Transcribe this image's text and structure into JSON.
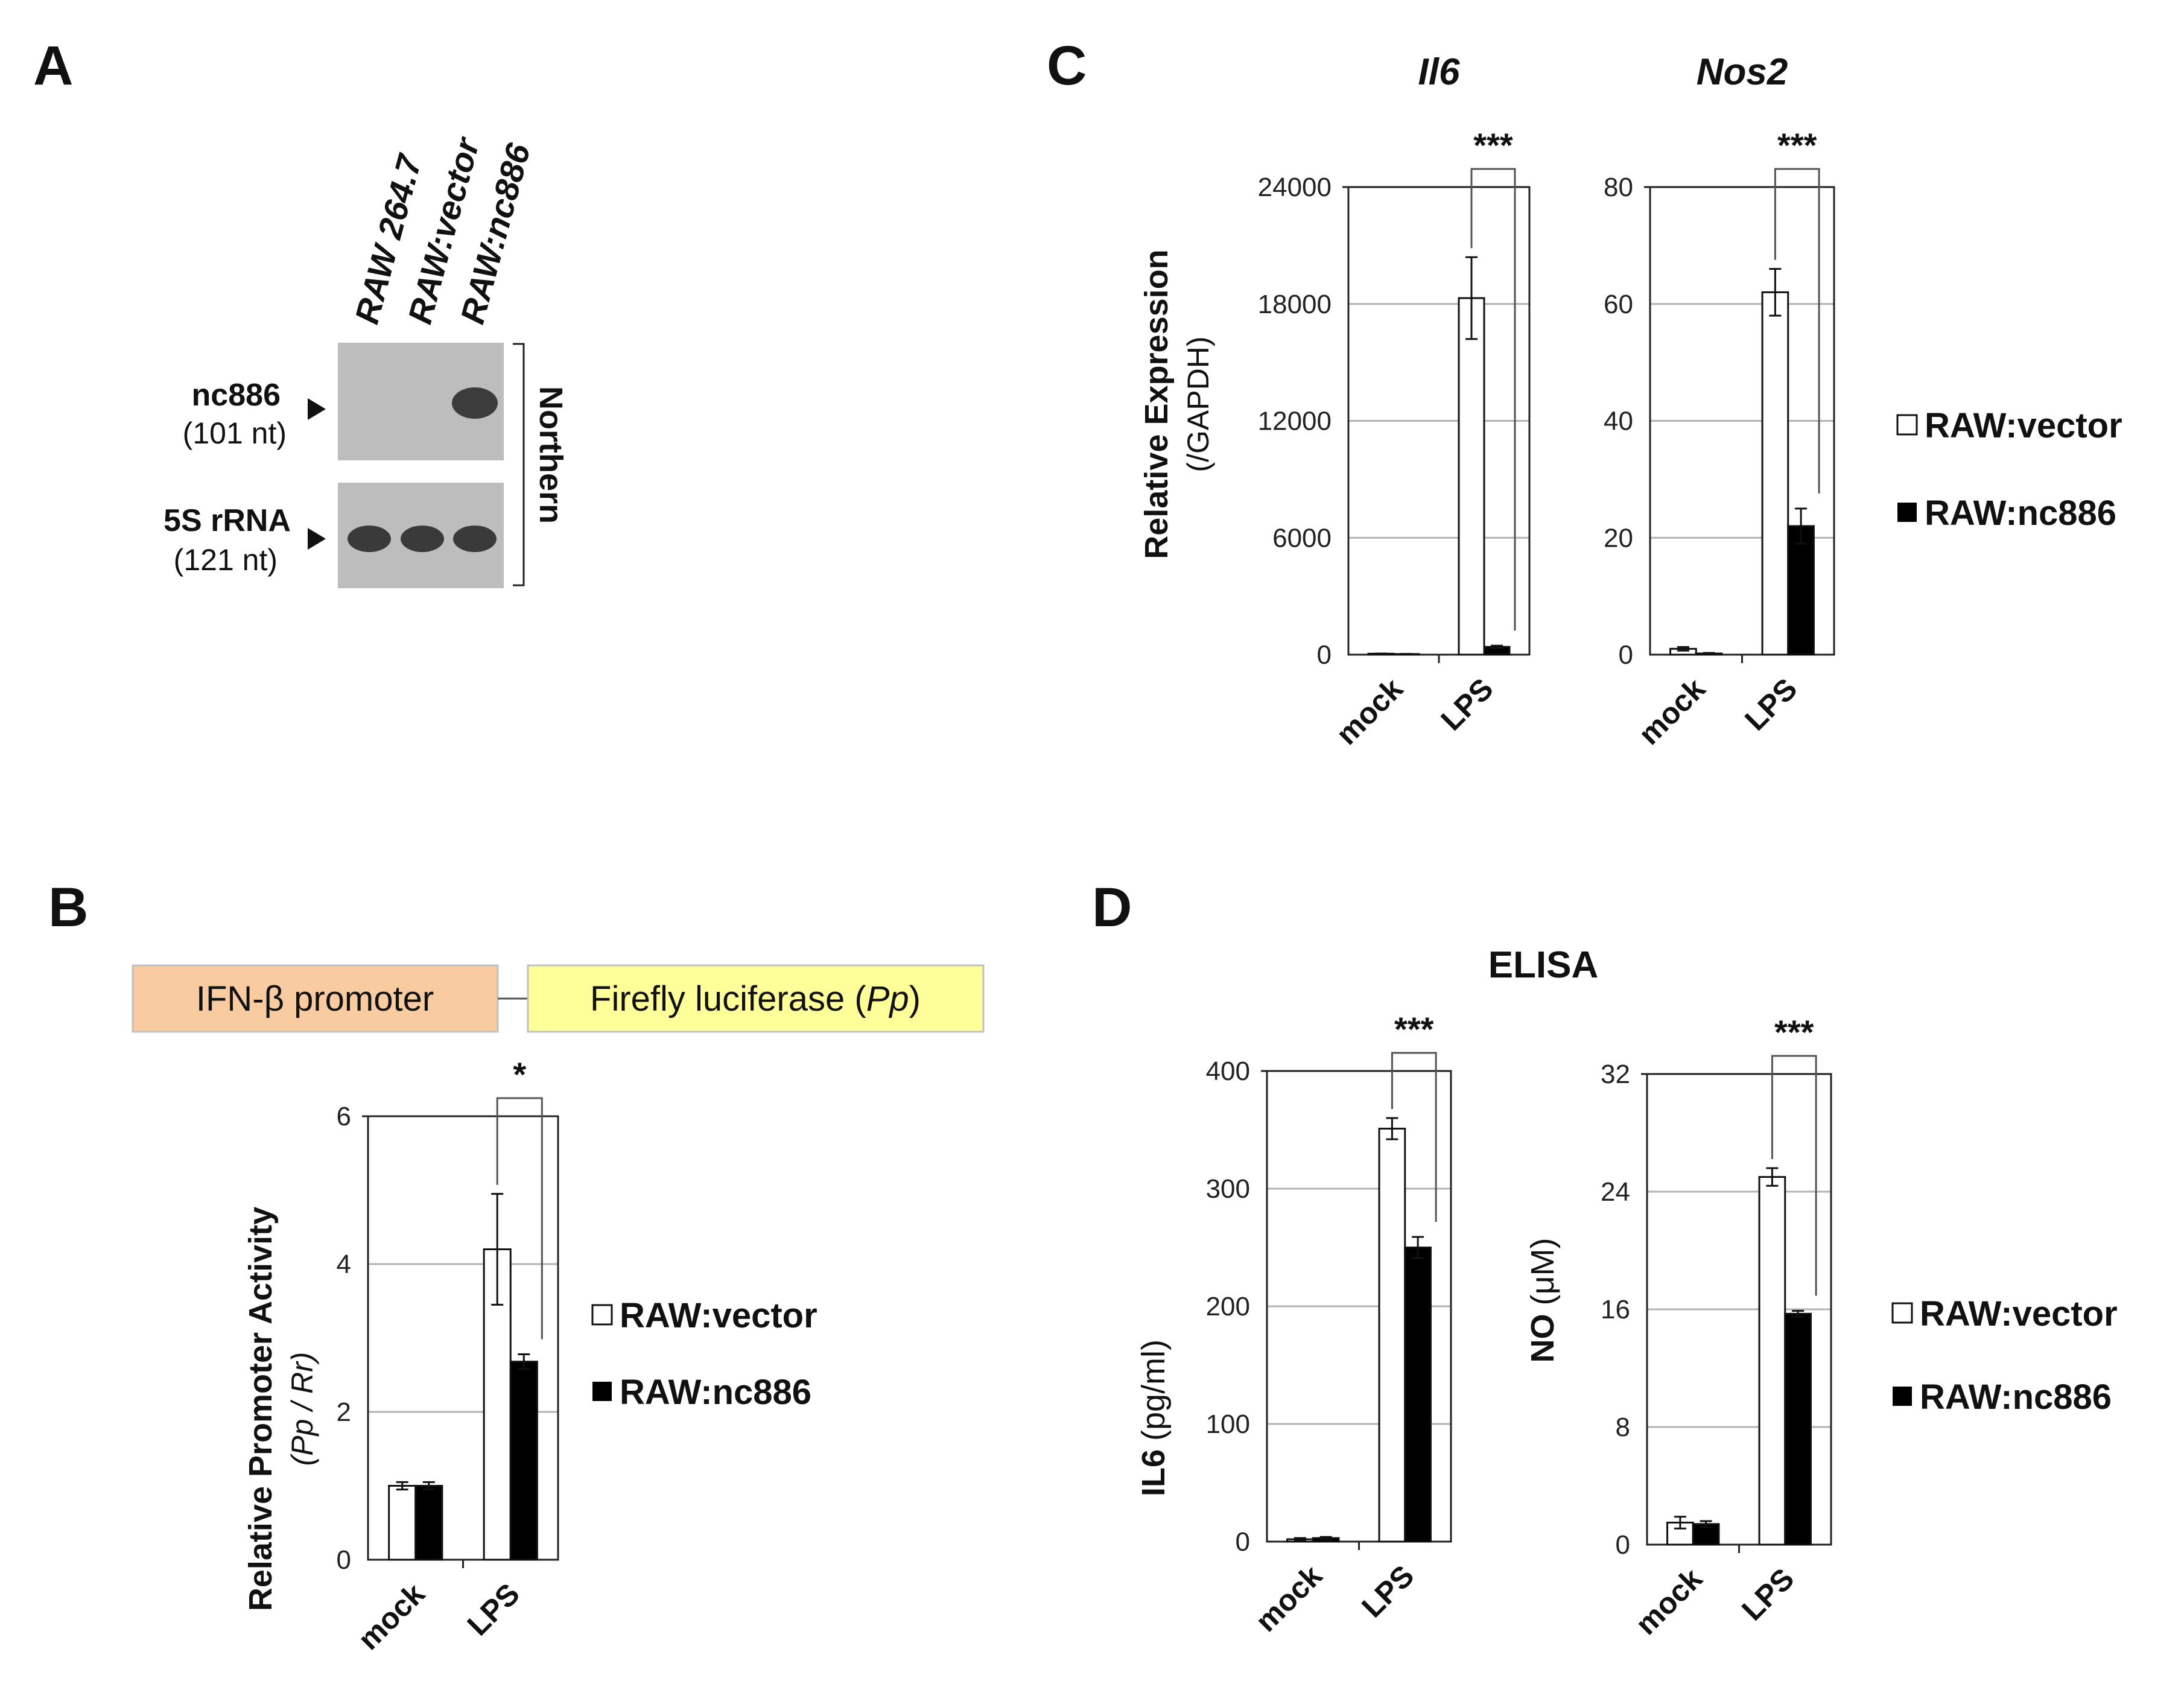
{
  "panels": {
    "a": "A",
    "b": "B",
    "c": "C",
    "d": "D"
  },
  "colors": {
    "vector_fill": "#ffffff",
    "nc886_fill": "#000000",
    "promoter_box": "#f9cba0",
    "luciferase_box": "#ffff99",
    "gridline": "#b3b3b3"
  },
  "blot": {
    "lanes": [
      "RAW 264.7",
      "RAW:vector",
      "RAW:nc886"
    ],
    "bands": [
      {
        "label": "nc886",
        "size": "(101 nt)",
        "present": [
          false,
          false,
          true
        ]
      },
      {
        "label": "5S rRNA",
        "size": "(121 nt)",
        "present": [
          true,
          true,
          true
        ]
      }
    ],
    "method": "Northern"
  },
  "construct": {
    "promoter": "IFN-β promoter",
    "reporter_text": "Firefly luciferase (",
    "reporter_italic": "Pp",
    "reporter_close": ")"
  },
  "panel_c": {
    "ylabel_main": "Relative Expression",
    "ylabel_sub": "(/GAPDH)"
  },
  "panel_d": {
    "heading": "ELISA"
  },
  "legend": {
    "vector": "RAW:vector",
    "nc886": "RAW:nc886"
  },
  "chart_data": [
    {
      "id": "B",
      "type": "bar",
      "title": "",
      "categories": [
        "mock",
        "LPS"
      ],
      "series": [
        {
          "name": "RAW:vector",
          "values": [
            1.0,
            4.2
          ],
          "errors": [
            0.05,
            0.75
          ]
        },
        {
          "name": "RAW:nc886",
          "values": [
            1.0,
            2.68
          ],
          "errors": [
            0.05,
            0.1
          ]
        }
      ],
      "ylabel": "Relative Promoter Activity",
      "ylabel_sub": "(Pp / Rr)",
      "ylim": [
        0,
        6
      ],
      "yticks": [
        0,
        2,
        4,
        6
      ],
      "significance": "*",
      "grid": true,
      "legend": "right"
    },
    {
      "id": "C1",
      "type": "bar",
      "title": "Il6",
      "categories": [
        "mock",
        "LPS"
      ],
      "series": [
        {
          "name": "RAW:vector",
          "values": [
            50,
            18300
          ],
          "errors": [
            10,
            2100
          ]
        },
        {
          "name": "RAW:nc886",
          "values": [
            30,
            400
          ],
          "errors": [
            10,
            60
          ]
        }
      ],
      "ylim": [
        0,
        24000
      ],
      "yticks": [
        0,
        6000,
        12000,
        18000,
        24000
      ],
      "significance": "***",
      "grid": true
    },
    {
      "id": "C2",
      "type": "bar",
      "title": "Nos2",
      "categories": [
        "mock",
        "LPS"
      ],
      "series": [
        {
          "name": "RAW:vector",
          "values": [
            1,
            62
          ],
          "errors": [
            0.3,
            4
          ]
        },
        {
          "name": "RAW:nc886",
          "values": [
            0.2,
            22
          ],
          "errors": [
            0.1,
            3
          ]
        }
      ],
      "ylim": [
        0,
        80
      ],
      "yticks": [
        0,
        20,
        40,
        60,
        80
      ],
      "significance": "***",
      "grid": true,
      "legend": "right"
    },
    {
      "id": "D1",
      "type": "bar",
      "title": "",
      "categories": [
        "mock",
        "LPS"
      ],
      "series": [
        {
          "name": "RAW:vector",
          "values": [
            2,
            351
          ],
          "errors": [
            1,
            9
          ]
        },
        {
          "name": "RAW:nc886",
          "values": [
            3,
            250
          ],
          "errors": [
            1,
            9
          ]
        }
      ],
      "ylabel": "IL6",
      "ylabel_unit": "(pg/ml)",
      "ylim": [
        0,
        400
      ],
      "yticks": [
        0,
        100,
        200,
        300,
        400
      ],
      "significance": "***",
      "grid": true
    },
    {
      "id": "D2",
      "type": "bar",
      "title": "",
      "categories": [
        "mock",
        "LPS"
      ],
      "series": [
        {
          "name": "RAW:vector",
          "values": [
            1.5,
            25
          ],
          "errors": [
            0.4,
            0.6
          ]
        },
        {
          "name": "RAW:nc886",
          "values": [
            1.4,
            15.7
          ],
          "errors": [
            0.2,
            0.2
          ]
        }
      ],
      "ylabel": "NO",
      "ylabel_unit": "(μM)",
      "ylim": [
        0,
        32
      ],
      "yticks": [
        0,
        8,
        16,
        24,
        32
      ],
      "significance": "***",
      "grid": true,
      "legend": "right"
    }
  ]
}
